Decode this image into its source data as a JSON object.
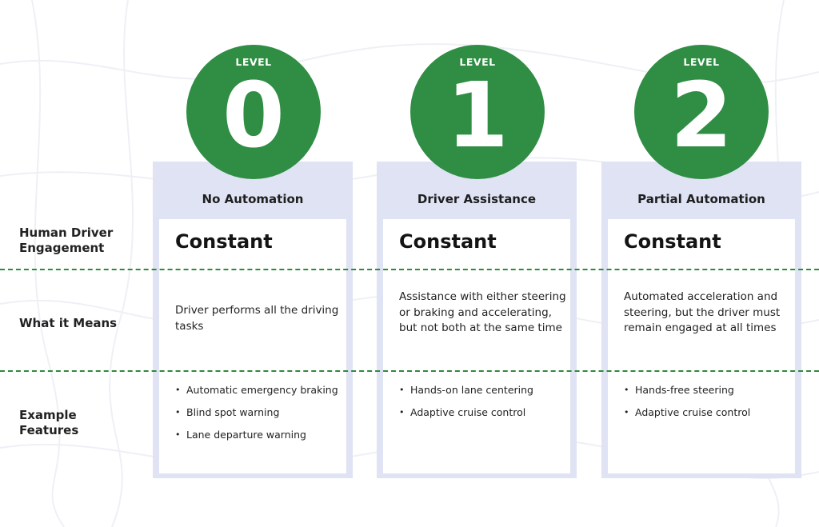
{
  "row_labels": {
    "engagement": "Human Driver Engagement",
    "meaning": "What it Means",
    "features": "Example Features"
  },
  "levels": [
    {
      "level_label": "LEVEL",
      "number": "0",
      "title": "No Automation",
      "engagement": "Constant",
      "meaning": "Driver performs all the driving tasks",
      "features": [
        "Automatic emergency braking",
        "Blind spot warning",
        "Lane departure warning"
      ]
    },
    {
      "level_label": "LEVEL",
      "number": "1",
      "title": "Driver Assistance",
      "engagement": "Constant",
      "meaning": "Assistance with either steering or braking and accelerating, but not both at the same time",
      "features": [
        "Hands-on lane centering",
        "Adaptive cruise control"
      ]
    },
    {
      "level_label": "LEVEL",
      "number": "2",
      "title": "Partial Automation",
      "engagement": "Constant",
      "meaning": "Automated acceleration and steering, but the driver must remain engaged at all times",
      "features": [
        "Hands-free steering",
        "Adaptive cruise control"
      ]
    }
  ],
  "colors": {
    "circle_green": "#2f8e44",
    "divider_green": "#2e8b3e",
    "column_bg": "#dfe3f3"
  }
}
